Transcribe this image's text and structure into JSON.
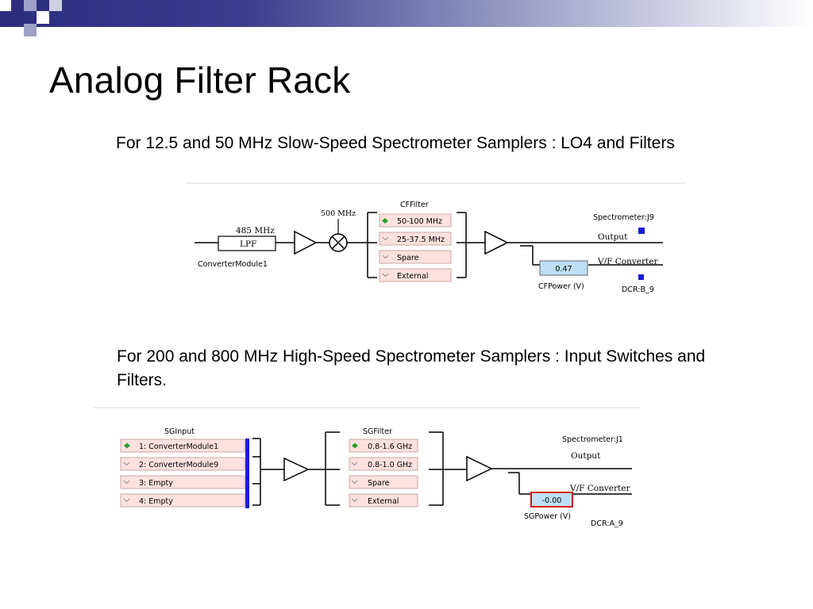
{
  "slide": {
    "title": "Analog Filter Rack",
    "caption_top": "For 12.5 and 50 MHz Slow-Speed Spectrometer Samplers : LO4 and Filters",
    "caption_bottom": "For 200 and 800 MHz High-Speed Spectrometer Samplers : Input Switches and Filters."
  },
  "diagram_top": {
    "freq_label": "485 MHz",
    "lpf_label": "LPF",
    "module_label": "ConverterModule1",
    "mixer_label": "500 MHz",
    "filter_title": "CFFilter",
    "filters": [
      {
        "label": "50-100 MHz",
        "selected": true
      },
      {
        "label": "25-37.5 MHz",
        "selected": false
      },
      {
        "label": "Spare",
        "selected": false
      },
      {
        "label": "External",
        "selected": false
      }
    ],
    "spectrometer_label": "Spectrometer:J9",
    "output_label": "Output",
    "vf_label": "V/F Converter",
    "power_value": "0.47",
    "power_label": "CFPower (V)",
    "dcr_label": "DCR:B_9"
  },
  "diagram_bottom": {
    "input_title": "SGInput",
    "inputs": [
      {
        "label": "1: ConverterModule1",
        "selected": true
      },
      {
        "label": "2: ConverterModule9",
        "selected": false
      },
      {
        "label": "3: Empty",
        "selected": false
      },
      {
        "label": "4: Empty",
        "selected": false
      }
    ],
    "filter_title": "SGFilter",
    "filters": [
      {
        "label": "0.8-1.6 GHz",
        "selected": true
      },
      {
        "label": "0.8-1.0 GHz",
        "selected": false
      },
      {
        "label": "Spare",
        "selected": false
      },
      {
        "label": "External",
        "selected": false
      }
    ],
    "spectrometer_label": "Spectrometer:J1",
    "output_label": "Output",
    "vf_label": "V/F Converter",
    "power_value": "-0.00",
    "power_label": "SGPower (V)",
    "dcr_label": "DCR:A_9"
  },
  "colors": {
    "band_dark": "#2c2d7e",
    "square_light": "#9ea0c8",
    "option_bg": "#fde1de",
    "option_border": "#c8a8a4",
    "value_bg": "#bfe0f4",
    "value_border_alert": "#d01010",
    "indicator": "#1a1ad8",
    "selected_icon": "#2aa02a"
  }
}
